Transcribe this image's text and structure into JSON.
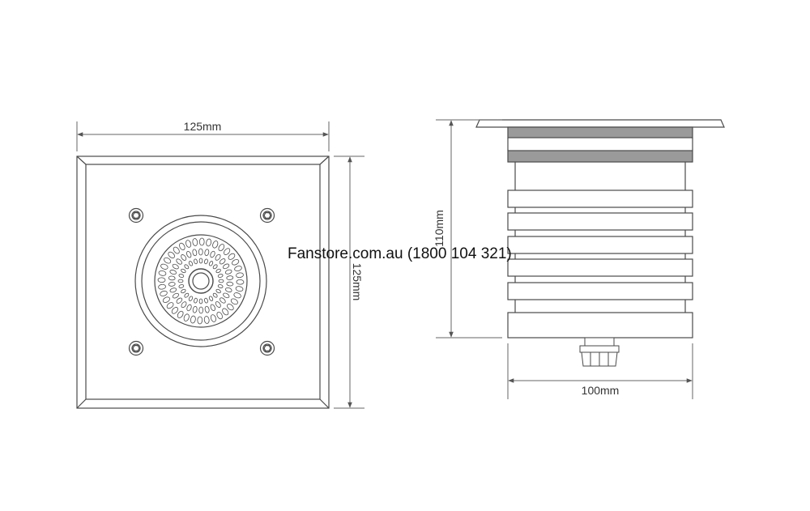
{
  "front_view": {
    "width_label": "125mm",
    "height_label": "125mm"
  },
  "side_view": {
    "height_label": "110mm",
    "width_label": "100mm"
  },
  "watermark": "Fanstore.com.au (1800 104 321)",
  "colors": {
    "line": "#444444",
    "dim": "#666666",
    "band": "#9a9a9a"
  }
}
